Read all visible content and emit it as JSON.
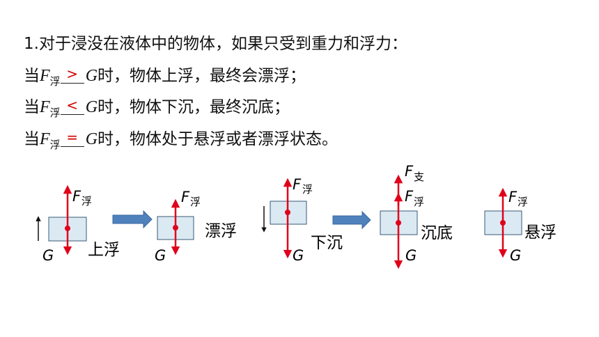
{
  "intro": "1.对于浸没在液体中的物体，如果只受到重力和浮力：",
  "lines": [
    {
      "prefix": "当",
      "F": "F",
      "sub": "浮",
      "answer": ">",
      "G": "G",
      "rest": "时，物体上浮，最终会漂浮；"
    },
    {
      "prefix": "当",
      "F": "F",
      "sub": "浮",
      "answer": "<",
      "G": "G",
      "rest": "时，物体下沉，最终沉底；"
    },
    {
      "prefix": "当",
      "F": "F",
      "sub": "浮",
      "answer": "=",
      "G": "G",
      "rest": "时，物体处于悬浮或者漂浮状态。"
    }
  ],
  "diagram": {
    "F": "F",
    "sub_float": "浮",
    "sub_support": "支",
    "G": "G",
    "labels": {
      "rise": "上浮",
      "floating": "漂浮",
      "sink": "下沉",
      "bottom": "沉底",
      "suspend": "悬浮"
    },
    "colors": {
      "arrow": "#e0001a",
      "box_fill": "#dbe9f3",
      "box_stroke": "#3a5a75",
      "block_arrow": "#4f81bd"
    }
  }
}
